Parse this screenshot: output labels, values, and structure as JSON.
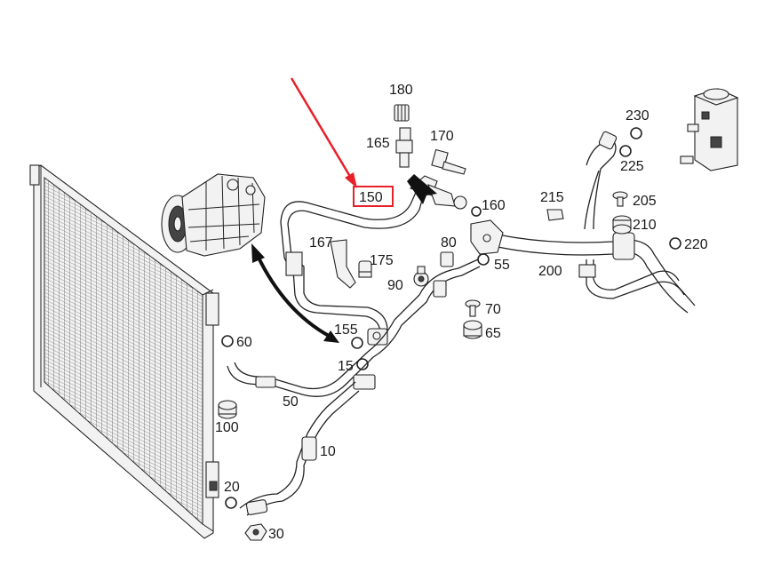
{
  "labels": {
    "p10": "10",
    "p15": "15",
    "p20": "20",
    "p30": "30",
    "p50": "50",
    "p55": "55",
    "p60": "60",
    "p65": "65",
    "p70": "70",
    "p80": "80",
    "p90": "90",
    "p100": "100",
    "p150": "150",
    "p155": "155",
    "p160": "160",
    "p165": "165",
    "p167": "167",
    "p170": "170",
    "p175": "175",
    "p180": "180",
    "p200": "200",
    "p205": "205",
    "p210": "210",
    "p215": "215",
    "p220": "220",
    "p225": "225",
    "p230": "230"
  },
  "highlight": {
    "part": "150",
    "box_color": "#e8202a",
    "arrow_color": "#e8202a"
  },
  "colors": {
    "line": "#222222",
    "background": "#ffffff"
  }
}
